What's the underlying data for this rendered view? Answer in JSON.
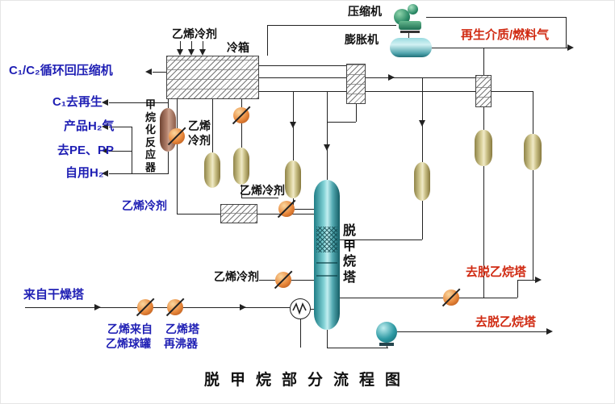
{
  "title": "脱甲烷部分流程图",
  "top": {
    "compressor": "压缩机",
    "expander": "膨胀机",
    "regen_fuel": "再生介质/燃料气",
    "ethylene_refrigerant": "乙烯冷剂",
    "cold_box": "冷箱"
  },
  "left": {
    "c1c2_recycle": "C₁/C₂循环回压缩机",
    "c1_regen": "C₁去再生",
    "h2_product": "产品H₂气",
    "to_pe_pp": "去PE、PP",
    "own_h2": "自用H₂",
    "methanation_reactor": "甲烷化反应器",
    "eth_ref_line1": "乙烯",
    "eth_ref_line2": "冷剂",
    "eth_ref_mid": "乙烯冷剂",
    "eth_ref_left": "乙烯冷剂"
  },
  "column": {
    "demethanizer": "脱甲烷塔",
    "eth_ref_bottom": "乙烯冷剂"
  },
  "bottom": {
    "from_dryer": "来自干燥塔",
    "ethylene_from_line1": "乙烯来自",
    "ethylene_from_line2": "乙烯球罐",
    "ethylene_tower_line1": "乙烯塔",
    "ethylene_tower_line2": "再沸器",
    "to_deethanizer_upper": "去脱乙烷塔",
    "to_deethanizer_lower": "去脱乙烷塔"
  },
  "colors": {
    "line": "#222222",
    "blue_text": "#1f1fb4",
    "red_text": "#d02a12",
    "black_text": "#111111",
    "column_teal": "#2e8f98",
    "vessel_tan": "#d6cc90",
    "cooler_orange": "#e8873a"
  }
}
